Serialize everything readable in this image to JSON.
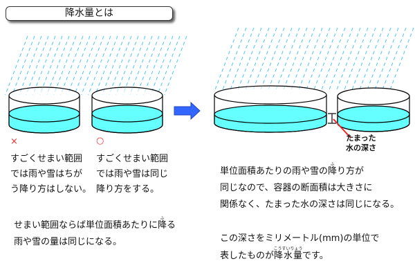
{
  "title": "降水量とは",
  "colors": {
    "rain": "#4cc3ff",
    "water": "#66ffff",
    "arrow": "#3366ff",
    "mark": "#ee3333"
  },
  "left": {
    "bad_mark": "×",
    "good_mark": "○",
    "bad_lines": [
      "すごくせまい範囲",
      "では雨や雪はちが",
      "う降り方はしない。"
    ],
    "good_lines": [
      "すごくせまい範囲",
      "では雨や雪は同じ",
      "降り方をする。"
    ],
    "note": {
      "line1_pre": "せまい範囲ならば単位面積あたりに",
      "ruby_base": "降",
      "ruby_text": "ふ",
      "line1_post": "る",
      "line2": "雨や雪の量は同じになる。"
    }
  },
  "right": {
    "depth_label": [
      "たまった",
      "水の深さ"
    ],
    "para1": {
      "line1_pre": "単位面積あたりの雨や雪の",
      "ruby_base": "降",
      "ruby_text": "ふ",
      "line1_post": "り方が",
      "line2": "同じなので、容器の断面積は大きさに",
      "line3": "関係なく、たまった水の深さは同じになる。"
    },
    "para2": {
      "line1": "この深さをミリメートル(mm)の単位で",
      "line2_pre": "表したものが",
      "ruby_base": "降水量",
      "ruby_text": "こうすいりょう",
      "line2_post": "です。"
    }
  }
}
